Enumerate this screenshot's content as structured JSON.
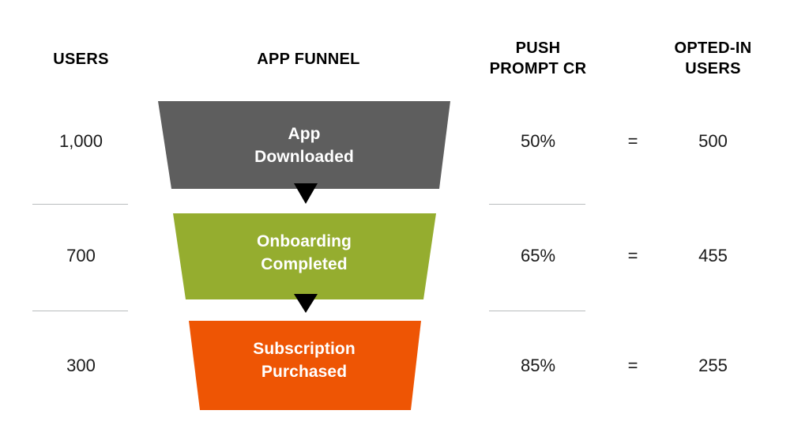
{
  "headers": {
    "users": "USERS",
    "funnel": "APP FUNNEL",
    "push_prompt_cr_line1": "PUSH",
    "push_prompt_cr_line2": "PROMPT CR",
    "opted_in_line1": "OPTED-IN",
    "opted_in_line2": "USERS"
  },
  "equals_symbol": "=",
  "colors": {
    "stage_1": "#5e5e5e",
    "stage_2": "#95ad2f",
    "stage_3": "#ee5504",
    "arrow": "#000000",
    "divider": "#b9bcbe",
    "background": "#ffffff",
    "text": "#1a1a1a",
    "label_text": "#ffffff"
  },
  "chart_data": {
    "type": "funnel",
    "title": "APP FUNNEL",
    "columns": [
      "USERS",
      "APP FUNNEL",
      "PUSH PROMPT CR",
      "OPTED-IN USERS"
    ],
    "stages": [
      {
        "name_line1": "App",
        "name_line2": "Downloaded",
        "users": "1,000",
        "users_value": 1000,
        "push_prompt_cr": "50%",
        "push_prompt_cr_value": 50,
        "opted_in_users": "500",
        "opted_in_users_value": 500,
        "color": "#5e5e5e"
      },
      {
        "name_line1": "Onboarding",
        "name_line2": "Completed",
        "users": "700",
        "users_value": 700,
        "push_prompt_cr": "65%",
        "push_prompt_cr_value": 65,
        "opted_in_users": "455",
        "opted_in_users_value": 455,
        "color": "#95ad2f"
      },
      {
        "name_line1": "Subscription",
        "name_line2": "Purchased",
        "users": "300",
        "users_value": 300,
        "push_prompt_cr": "85%",
        "push_prompt_cr_value": 85,
        "opted_in_users": "255",
        "opted_in_users_value": 255,
        "color": "#ee5504"
      }
    ],
    "connectors": [
      "down-arrow",
      "down-arrow"
    ],
    "legend": null,
    "grid": false
  }
}
